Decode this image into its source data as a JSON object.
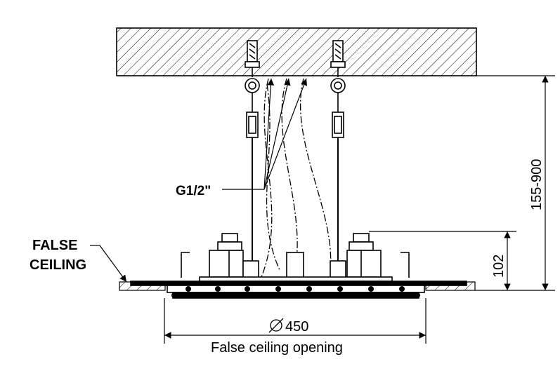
{
  "labels": {
    "pipe_thread": "G1/2\"",
    "false_ceiling_line1": "FALSE",
    "false_ceiling_line2": "CEILING",
    "suspension_range": "155-900",
    "body_height": "102",
    "opening_diameter": "450",
    "opening_caption": "False ceiling opening"
  },
  "colors": {
    "line": "#000000",
    "background": "#ffffff"
  },
  "icons": {
    "diameter_symbol": "diameter-icon"
  }
}
